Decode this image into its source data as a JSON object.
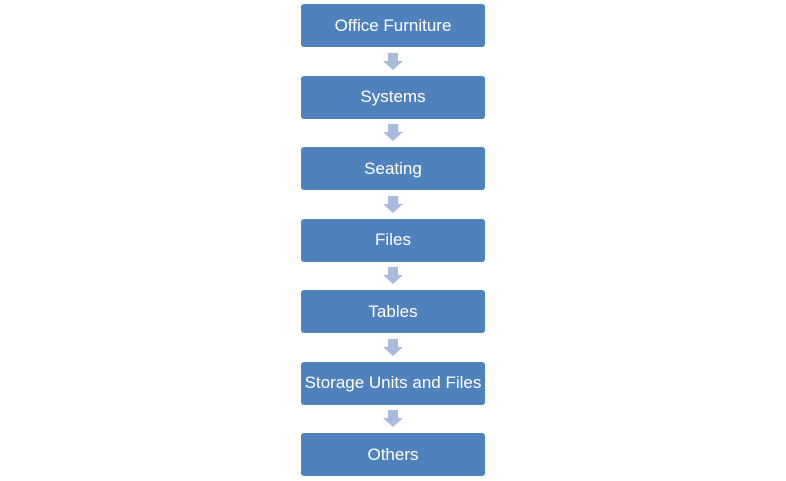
{
  "flowchart": {
    "colors": {
      "box_fill": "#4f81bd",
      "box_text": "#ffffff",
      "arrow_fill": "#a7bbdc"
    },
    "steps": [
      {
        "label": "Office Furniture"
      },
      {
        "label": "Systems"
      },
      {
        "label": "Seating"
      },
      {
        "label": "Files"
      },
      {
        "label": "Tables"
      },
      {
        "label": "Storage Units and Files"
      },
      {
        "label": "Others"
      }
    ]
  }
}
